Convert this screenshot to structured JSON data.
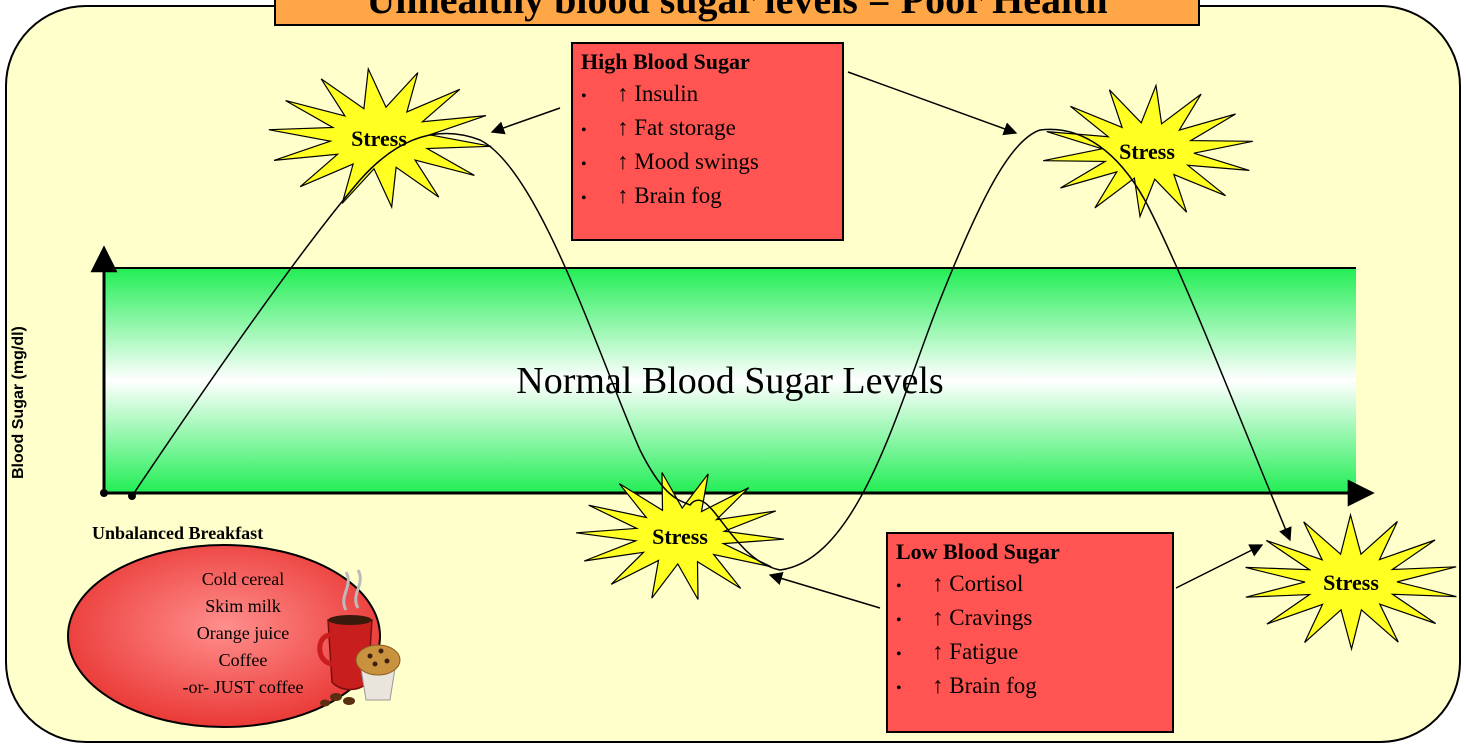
{
  "title": "Unhealthy blood sugar levels = Poor Health",
  "y_axis_label": "Blood Sugar (mg/dl)",
  "normal_band_label": "Normal Blood Sugar Levels",
  "high_box": {
    "title": "High Blood Sugar",
    "items": [
      "↑ Insulin",
      "↑ Fat storage",
      "↑ Mood swings",
      "↑ Brain fog"
    ]
  },
  "low_box": {
    "title": "Low Blood Sugar",
    "items": [
      "↑ Cortisol",
      "↑ Cravings",
      "↑ Fatigue",
      "↑ Brain fog"
    ]
  },
  "stress_labels": [
    "Stress",
    "Stress",
    "Stress",
    "Stress"
  ],
  "breakfast": {
    "label": "Unbalanced Breakfast",
    "items": [
      "Cold cereal",
      "Skim milk",
      "Orange juice",
      "Coffee",
      "-or- JUST coffee"
    ]
  },
  "bullet": "•",
  "colors": {
    "background_panel": "#ffffcc",
    "title_box": "#ffa646",
    "info_box": "#ff5451",
    "stress_star": "#ffff22",
    "normal_band_edge": "#22ee55",
    "breakfast_ellipse": "#ee3e3b",
    "mug": "#c81e1e",
    "muffin": "#c9923e"
  },
  "icons": [
    "stress-starburst-icon",
    "coffee-mug-icon",
    "muffin-icon",
    "coffee-beans-icon"
  ]
}
